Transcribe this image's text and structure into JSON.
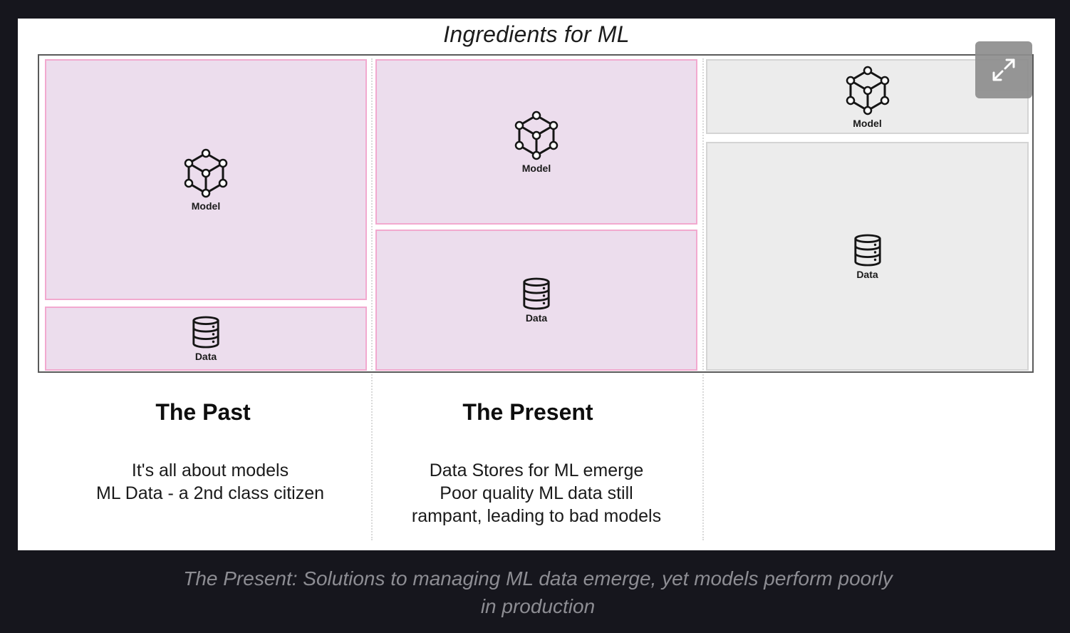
{
  "figure": {
    "title": "Ingredients for ML",
    "labels": {
      "model": "Model",
      "data": "Data"
    },
    "past": {
      "heading": "The Past",
      "desc_lines": [
        "It's all about models",
        "ML Data - a 2nd class citizen"
      ]
    },
    "present": {
      "heading": "The Present",
      "desc_lines": [
        "Data Stores for ML emerge",
        "Poor quality ML data still",
        "rampant, leading to bad models"
      ]
    },
    "colors": {
      "pink_fill": "#ecdded",
      "pink_border": "#f2a9cf",
      "grey_fill": "#ececec"
    }
  },
  "expand_button": {
    "icon": "expand-arrows-icon"
  },
  "caption": {
    "line1": "The Present: Solutions to managing ML data emerge, yet models perform poorly",
    "line2": "in production"
  }
}
